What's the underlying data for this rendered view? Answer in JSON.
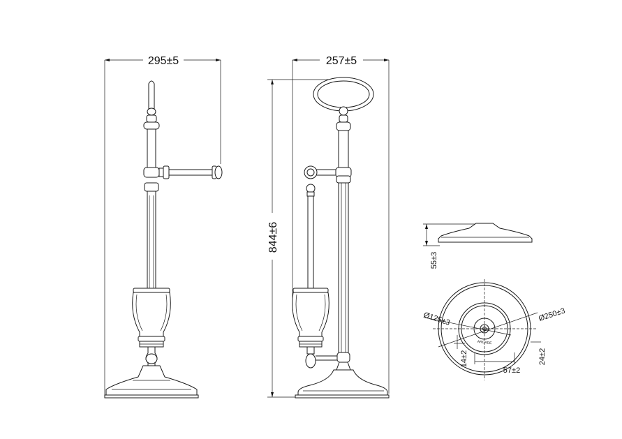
{
  "dimensions": {
    "front_width": "295±5",
    "side_width": "257±5",
    "height": "844±6",
    "base_height": "55±3",
    "inner_diameter": "Ø125±3",
    "outer_diameter": "Ø250±3",
    "hole_offset": "14±2",
    "hole_spacing": "57±2",
    "edge_offset": "24±2"
  },
  "base_marking": "ARCADE"
}
